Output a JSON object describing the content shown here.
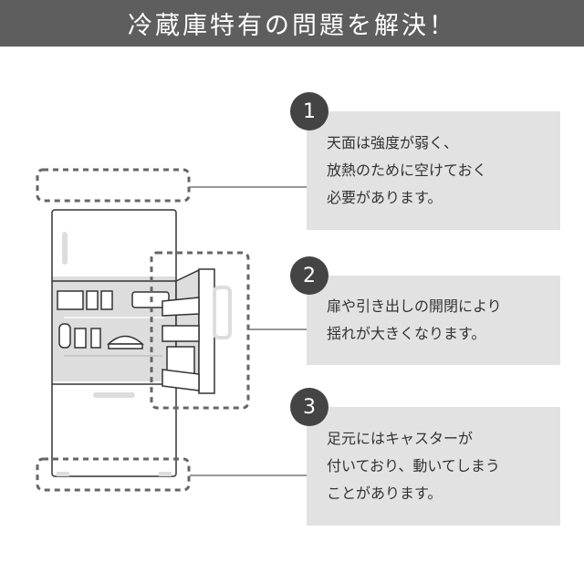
{
  "title": "冷蔵庫特有の問題を解決！",
  "points": [
    {
      "number": "1",
      "lines": [
        "天面は強度が弱く、",
        "放熱のために空けておく",
        "必要があります。"
      ]
    },
    {
      "number": "2",
      "lines": [
        "扉や引き出しの開閉により",
        "揺れが大きくなります。"
      ]
    },
    {
      "number": "3",
      "lines": [
        "足元にはキャスターが",
        "付いており、動いてしまう",
        "ことがあります。"
      ]
    }
  ],
  "colors": {
    "header": "#5e5e5e",
    "box": "#e2e2e2",
    "circle": "#444444"
  }
}
